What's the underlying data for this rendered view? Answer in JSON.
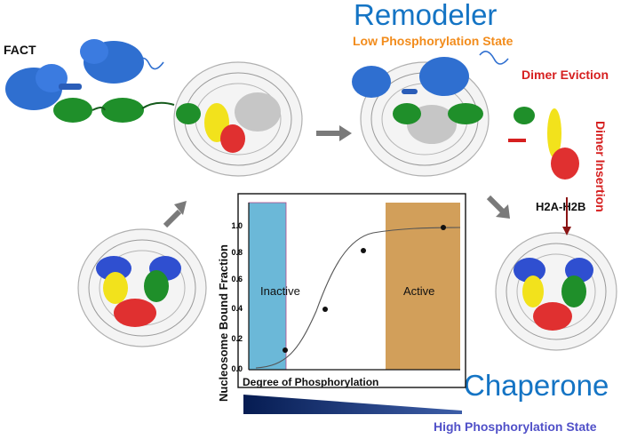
{
  "labels": {
    "remodeler": "Remodeler",
    "low_state": "Low Phosphorylation State",
    "fact": "FACT",
    "dimer_eviction": "Dimer Eviction",
    "dimer_insertion": "Dimer Insertion",
    "h2a_h2b": "H2A-H2B",
    "chaperone": "Chaperone",
    "high_state": "High Phosphorylation State"
  },
  "plot": {
    "ylabel": "Nucleosome Bound Fraction",
    "xlabel": "Degree of Phosphorylation",
    "inactive": "Inactive",
    "active": "Active",
    "yticks": [
      "0.0",
      "0.2",
      "0.4",
      "0.6",
      "0.8",
      "1.0"
    ]
  },
  "colors": {
    "title_blue": "#1474c4",
    "orange": "#f28c1c",
    "red": "#d62020",
    "inactive_fill": "#6bb8d8",
    "active_fill": "#d29f5a",
    "protein_blue": "#2f6fd0",
    "protein_green": "#1f8f2a",
    "helix_yellow": "#f2e21c",
    "helix_red": "#e03030",
    "helix_gray": "#c0c0c0",
    "gradient_bar": "#0a2a6a"
  }
}
